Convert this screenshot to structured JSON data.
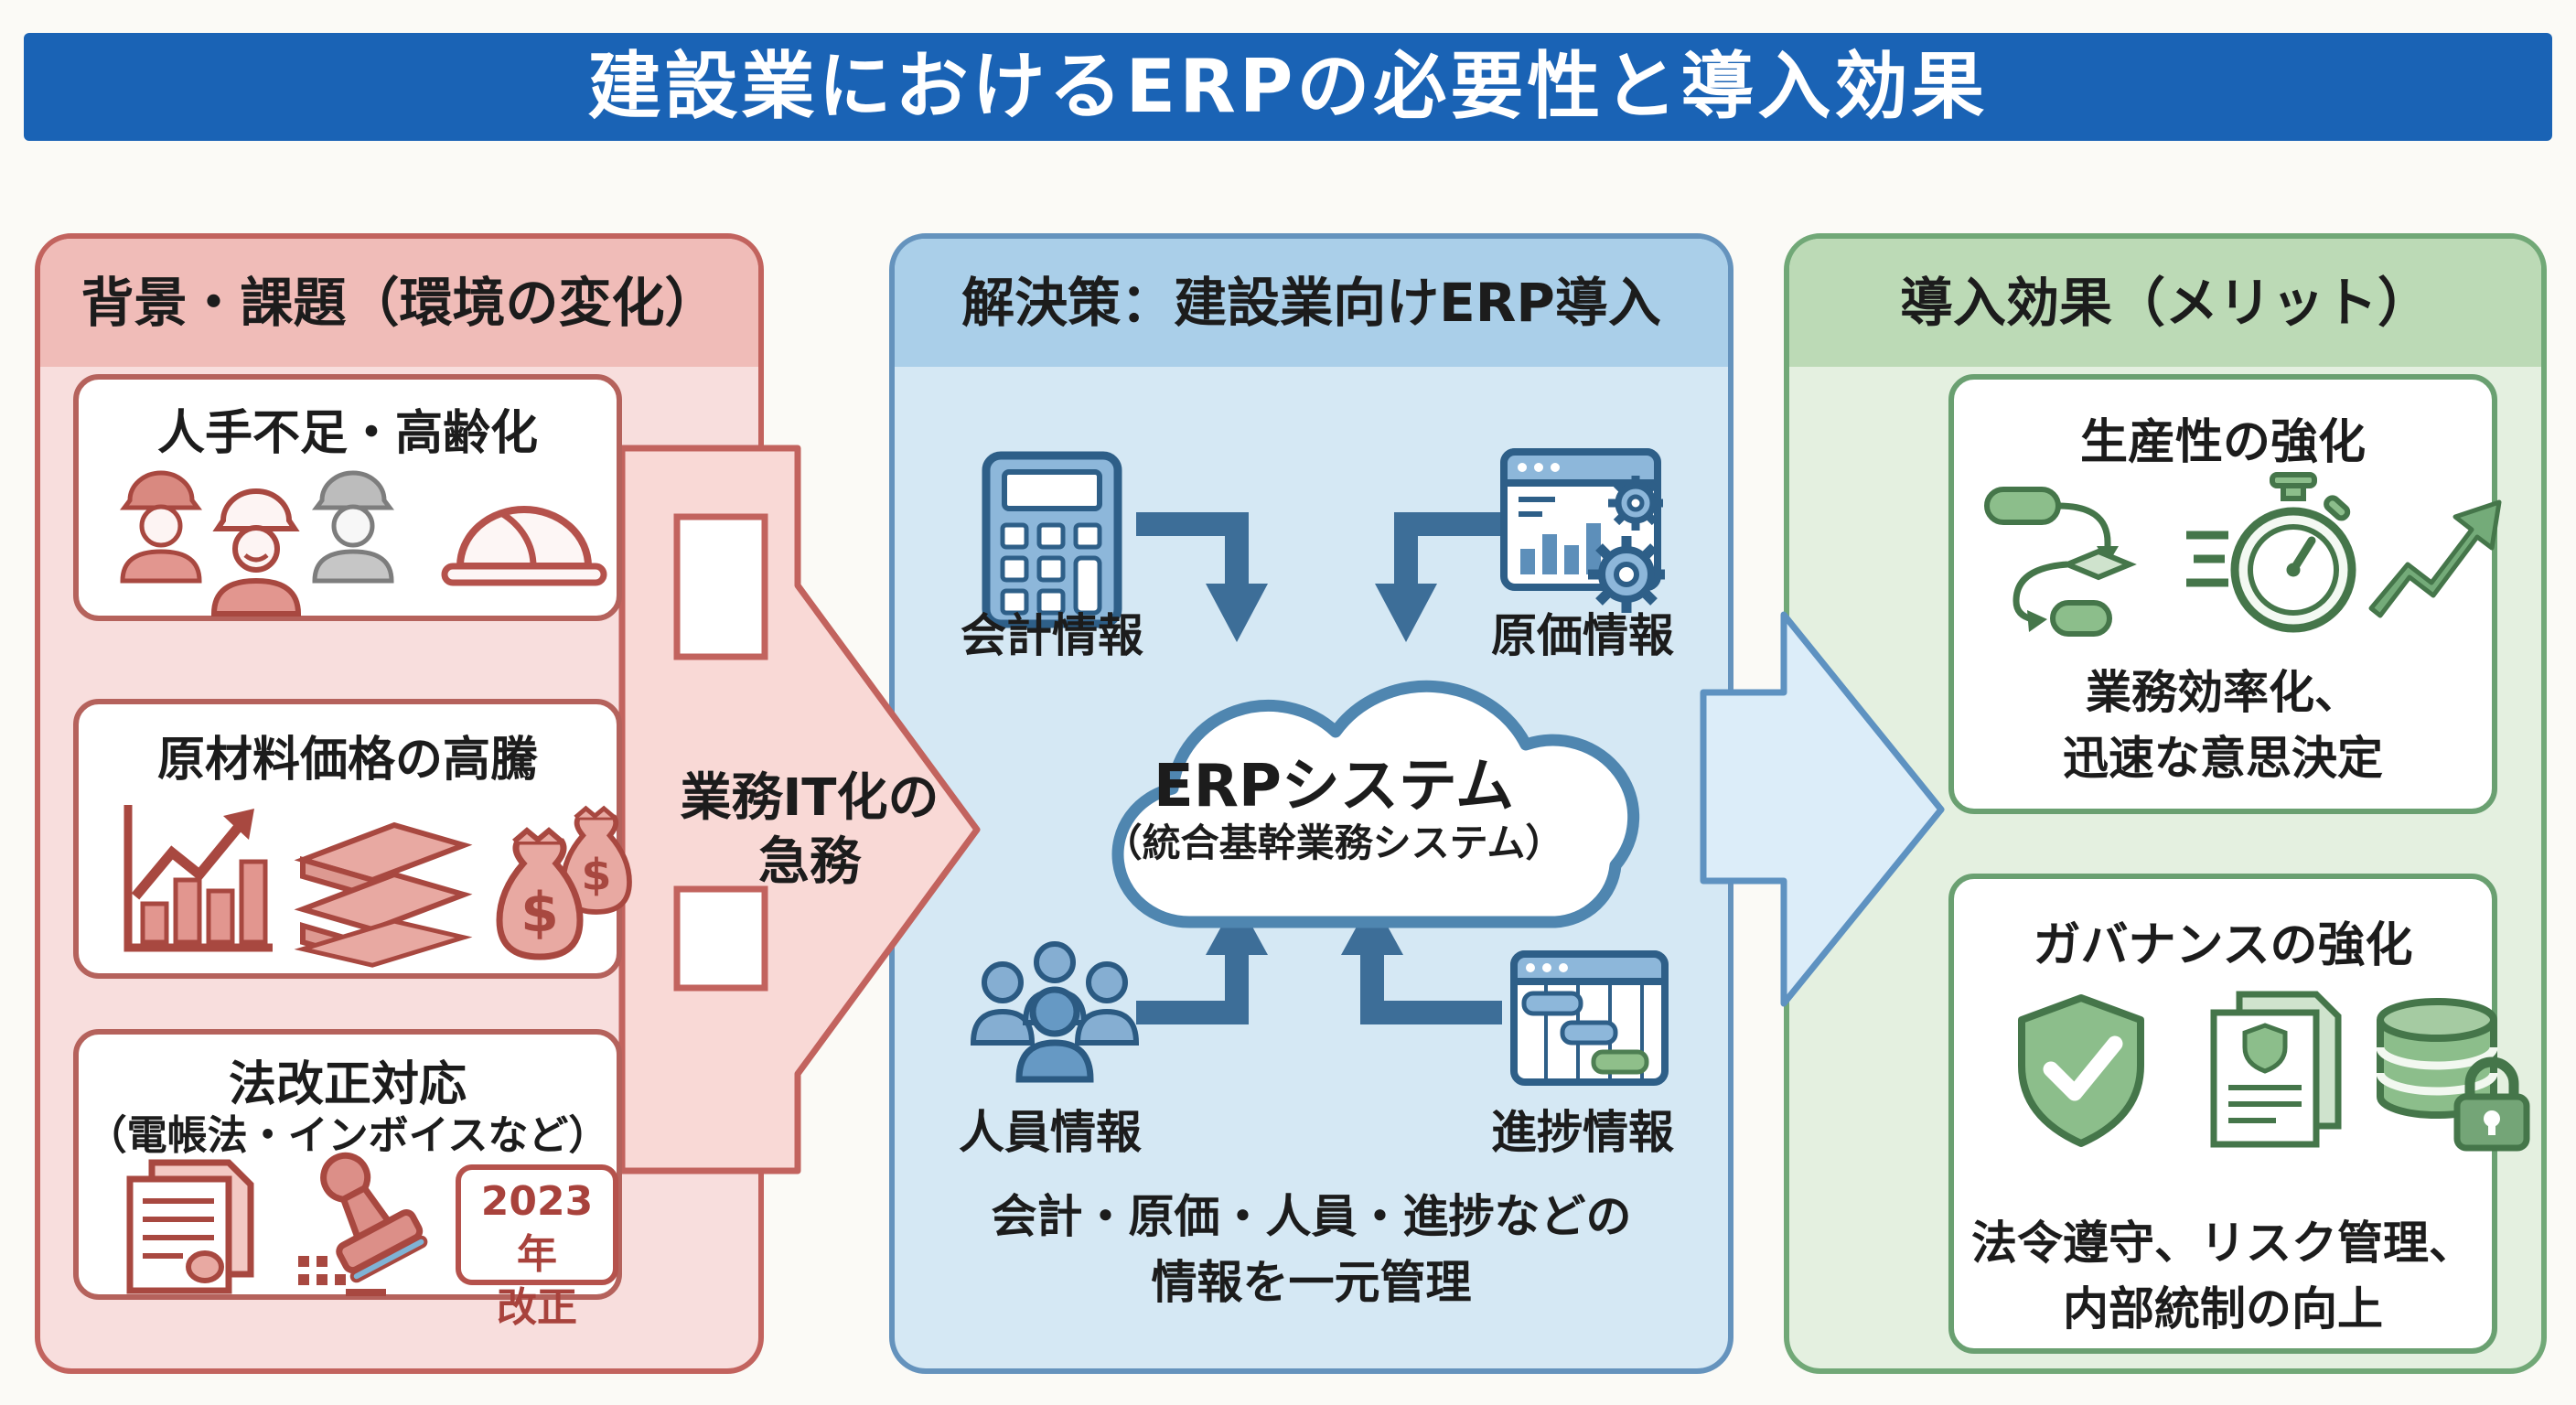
{
  "title": "建設業におけるERPの必要性と導入効果",
  "left_panel": {
    "header": "背景・課題（環境の変化）",
    "box1": {
      "title": "人手不足・高齢化"
    },
    "box2": {
      "title": "原材料価格の高騰"
    },
    "box3": {
      "title": "法改正対応",
      "subtitle": "（電帳法・インボイスなど）",
      "badge_line1": "2023年",
      "badge_line2": "改正"
    }
  },
  "transition_arrow": {
    "line1": "業務IT化の",
    "line2": "急務"
  },
  "middle_panel": {
    "header": "解決策：建設業向けERP導入",
    "items": {
      "accounting": "会計情報",
      "cost": "原価情報",
      "personnel": "人員情報",
      "progress": "進捗情報"
    },
    "cloud": {
      "title": "ERPシステム",
      "subtitle": "（統合基幹業務システム）"
    },
    "caption_line1": "会計・原価・人員・進捗などの",
    "caption_line2": "情報を一元管理"
  },
  "right_panel": {
    "header": "導入効果（メリット）",
    "box1": {
      "title": "生産性の強化",
      "caption_line1": "業務効率化、",
      "caption_line2": "迅速な意思決定"
    },
    "box2": {
      "title": "ガバナンスの強化",
      "caption_line1": "法令遵守、リスク管理、",
      "caption_line2": "内部統制の向上"
    }
  },
  "colors": {
    "title_bar_bg": "#1a63b5",
    "left_accent": "#c2635e",
    "middle_accent": "#6593bd",
    "right_accent": "#71a877",
    "pink_arrow_fill": "#f9d9d6",
    "blue_arrow_fill": "#dcedf9",
    "connector_blue": "#3d6e98",
    "icon_red": "#b5524c",
    "icon_blue": "#3a6c96",
    "icon_green": "#4e7f53"
  }
}
